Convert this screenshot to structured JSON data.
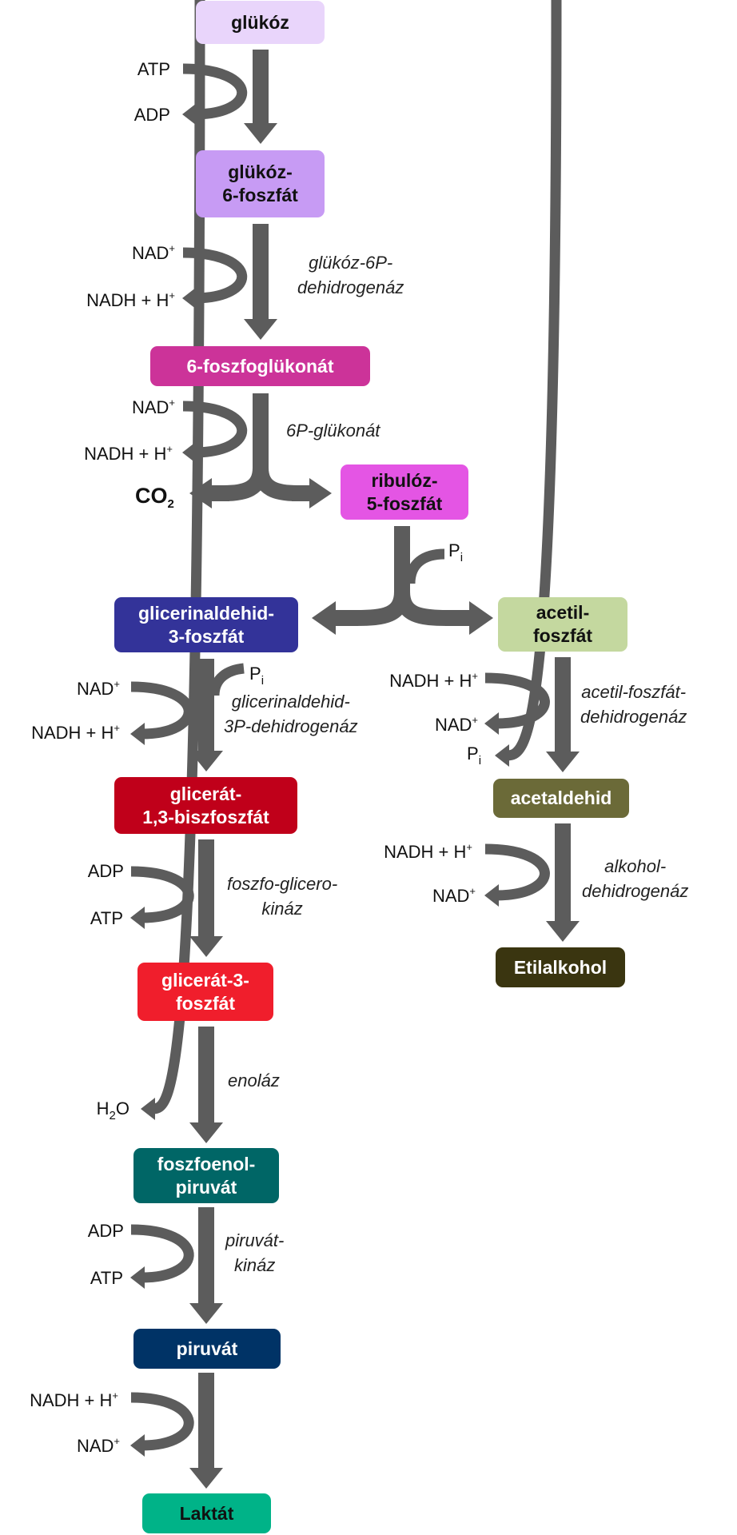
{
  "colors": {
    "arrow": "#5c5c5c"
  },
  "metabolites": [
    {
      "id": "glukoz",
      "label": "glükóz",
      "bg": "#E9D5FB",
      "fg": "#111111"
    },
    {
      "id": "glukoz6p",
      "label": "glükóz-\n6-foszfát",
      "bg": "#C79BF4",
      "fg": "#111111"
    },
    {
      "id": "foszfoglukonat",
      "label": "6-foszfoglükonát",
      "bg": "#CC3399",
      "fg": "#ffffff"
    },
    {
      "id": "ribuloz5p",
      "label": "ribulóz-\n5-foszfát",
      "bg": "#E455E4",
      "fg": "#111111"
    },
    {
      "id": "gap",
      "label": "glicerinaldehid-\n3-foszfát",
      "bg": "#333399",
      "fg": "#ffffff"
    },
    {
      "id": "acetilfoszfat",
      "label": "acetil-\nfoszfát",
      "bg": "#C4D89F",
      "fg": "#111111"
    },
    {
      "id": "glicerat13bp",
      "label": "glicerát-\n1,3-biszfoszfát",
      "bg": "#C0001A",
      "fg": "#ffffff"
    },
    {
      "id": "acetaldehid",
      "label": "acetaldehid",
      "bg": "#6B6A38",
      "fg": "#ffffff"
    },
    {
      "id": "etilalkohol",
      "label": "Etilalkohol",
      "bg": "#3A3510",
      "fg": "#ffffff"
    },
    {
      "id": "glicerat3p",
      "label": "glicerát-3-\nfoszfát",
      "bg": "#F01E2C",
      "fg": "#ffffff"
    },
    {
      "id": "foszfoenolpiruvat",
      "label": "foszfoenol-\npiruvát",
      "bg": "#006666",
      "fg": "#ffffff"
    },
    {
      "id": "piruvat",
      "label": "piruvát",
      "bg": "#003366",
      "fg": "#ffffff"
    },
    {
      "id": "laktat",
      "label": "Laktát",
      "bg": "#00B388",
      "fg": "#111111"
    }
  ],
  "cofactors": {
    "atp_1": "ATP",
    "adp_1": "ADP",
    "nad_1": "NAD",
    "nadh_1": "NADH + H",
    "nad_2": "NAD",
    "nadh_2": "NADH + H",
    "co2": "CO",
    "co2_sub": "2",
    "pi_1": "P",
    "pi_1_sub": "i",
    "nad_3": "NAD",
    "nadh_3": "NADH + H",
    "pi_2": "P",
    "pi_2_sub": "i",
    "nadh_4": "NADH + H",
    "nad_4": "NAD",
    "pi_3": "P",
    "pi_3_sub": "i",
    "adp_2": "ADP",
    "atp_2": "ATP",
    "nadh_5": "NADH + H",
    "nad_5": "NAD",
    "h2o": "H",
    "h2o_sub": "2",
    "h2o_end": "O",
    "adp_3": "ADP",
    "atp_3": "ATP",
    "nadh_6": "NADH + H",
    "nad_6": "NAD",
    "plus": "+"
  },
  "enzymes": {
    "g6pdh": "glükóz-6P-\ndehidrogenáz",
    "pgdh": "6P-glükonát",
    "gapdh": "glicerinaldehid-\n3P-dehidrogenáz",
    "acpdh": "acetil-foszfát-\ndehidrogenáz",
    "pgk": "foszfo-glicero-\nkináz",
    "adh": "alkohol-\ndehidrogenáz",
    "enolase": "enoláz",
    "pk": "piruvát-\nkináz"
  }
}
